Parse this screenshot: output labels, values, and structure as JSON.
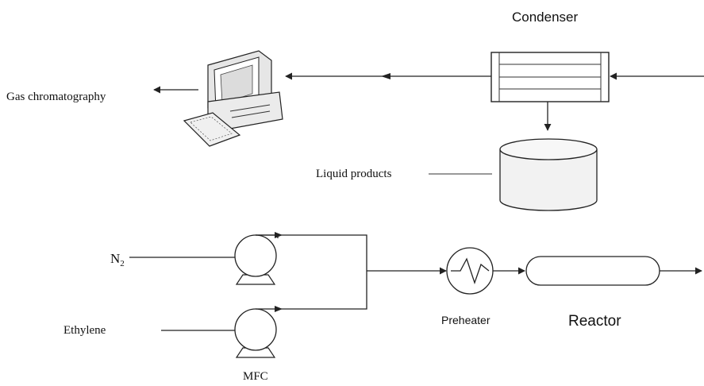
{
  "labels": {
    "condenser": "Condenser",
    "gas_chromatography": "Gas chromatography",
    "liquid_products": "Liquid products",
    "n2_main": "N",
    "n2_sub": "2",
    "ethylene": "Ethylene",
    "mfc": "MFC",
    "preheater": "Preheater",
    "reactor": "Reactor"
  },
  "colors": {
    "line": "#222222",
    "vessel_fill": "#f2f2f2",
    "computer_fill": "#e6e6e6"
  }
}
